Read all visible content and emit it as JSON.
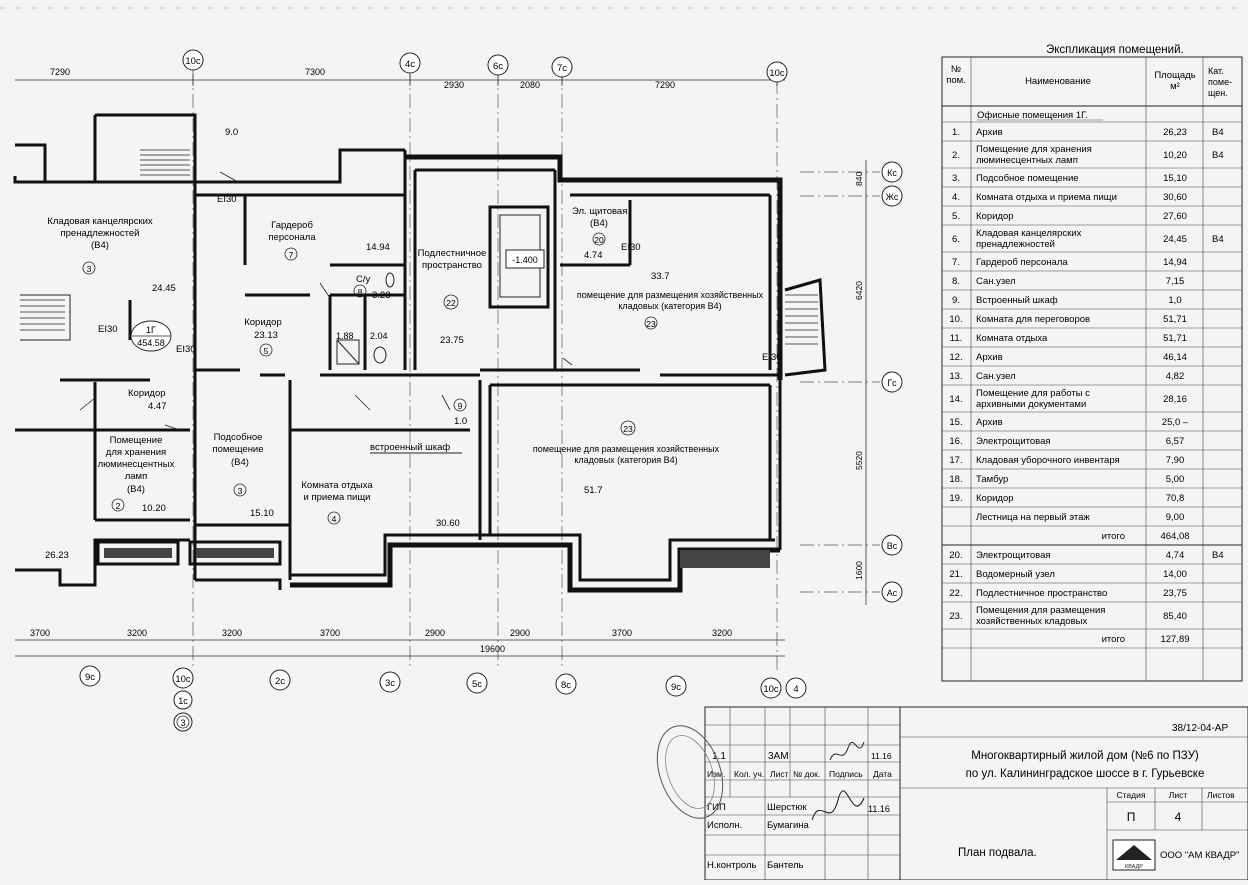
{
  "axes_top": [
    "10с",
    "4с",
    "6с",
    "7с",
    "10с"
  ],
  "axes_bottom": [
    "9с",
    "10с",
    "2с",
    "3с",
    "5с",
    "8с",
    "9с",
    "10с"
  ],
  "axes_bottom_extra": [
    "1с",
    "3",
    "4"
  ],
  "axes_right": [
    "Кс",
    "Жс",
    "Гс",
    "Вс",
    "Ас"
  ],
  "dims_top": [
    "7290",
    "7300",
    "2930",
    "2080",
    "7290"
  ],
  "dims_bottom": [
    "3700",
    "3200",
    "3200",
    "3700",
    "2900",
    "2900",
    "3700",
    "3200"
  ],
  "dim_total_bottom": "19600",
  "dims_right": [
    "840",
    "6420",
    "5520",
    "1600"
  ],
  "rooms": [
    {
      "name": "Кладовая канцелярских пренадлежностей",
      "cat": "(В4)",
      "num": "3",
      "area": "24.45"
    },
    {
      "name": "Гардероб персонала",
      "num": "7",
      "area": "14.94"
    },
    {
      "name": "Подлестничное пространство",
      "num": "22",
      "area": "23.75"
    },
    {
      "name": "Эл. щитовая",
      "cat": "(В4)",
      "num": "20",
      "area": "4.74"
    },
    {
      "name": "помещение для размещения хозяйственных кладовых (категория В4)",
      "num": "23",
      "area": "33.7"
    },
    {
      "name": "С/у",
      "num": "8",
      "area": "3.23"
    },
    {
      "name": "Коридор",
      "num": "5",
      "area": "23.13"
    },
    {
      "name": "Коридор",
      "area": "4.47"
    },
    {
      "name": "Помещение для хранения люминесцентных ламп",
      "cat": "(В4)",
      "num": "2",
      "area": "10.20"
    },
    {
      "name": "Подсобное помещение",
      "cat": "(В4)",
      "num": "3",
      "area": "15.10"
    },
    {
      "name": "Комната отдыха и приема пищи",
      "num": "4",
      "area": "30.60"
    },
    {
      "name": "встроенный шкаф",
      "num": "9",
      "area": "1.0"
    },
    {
      "name": "помещение для размещения хозяйственных кладовых (категория В4)",
      "num": "23",
      "area": "51.7"
    }
  ],
  "misc_labels": {
    "area_9": "9.0",
    "area_26": "26.23",
    "area_188": "1.88",
    "area_204": "2.04",
    "level": "-1.400",
    "ei": "EI30",
    "fire_1g": "1Г",
    "fire_area": "454.58"
  },
  "expl": {
    "title": "Экспликация помещений.",
    "headers": [
      "№ пом.",
      "Наименование",
      "Площадь м²",
      "Кат. поме-щен."
    ],
    "section": "Офисные помещения 1Г.",
    "rows": [
      [
        "1.",
        "Архив",
        "26,23",
        "В4"
      ],
      [
        "2.",
        "Помещение для хранения люминесцентных ламп",
        "10,20",
        "В4"
      ],
      [
        "3.",
        "Подсобное помещение",
        "15,10",
        ""
      ],
      [
        "4.",
        "Комната отдыха и приема пищи",
        "30,60",
        ""
      ],
      [
        "5.",
        "Коридор",
        "27,60",
        ""
      ],
      [
        "6.",
        "Кладовая канцелярских пренадлежностей",
        "24,45",
        "В4"
      ],
      [
        "7.",
        "Гардероб персонала",
        "14,94",
        ""
      ],
      [
        "8.",
        "Сан.узел",
        "7,15",
        ""
      ],
      [
        "9.",
        "Встроенный шкаф",
        "1,0",
        ""
      ],
      [
        "10.",
        "Комната для переговоров",
        "51,71",
        ""
      ],
      [
        "11.",
        "Комната отдыха",
        "51,71",
        ""
      ],
      [
        "12.",
        "Архив",
        "46,14",
        ""
      ],
      [
        "13.",
        "Сан.узел",
        "4,82",
        ""
      ],
      [
        "14.",
        "Помещение для работы с архивными документами",
        "28,16",
        ""
      ],
      [
        "15.",
        "Архив",
        "25,0 –",
        ""
      ],
      [
        "16.",
        "Электрощитовая",
        "6,57",
        ""
      ],
      [
        "17.",
        "Кладовая уборочного инвентаря",
        "7,90",
        ""
      ],
      [
        "18.",
        "Тамбур",
        "5,00",
        ""
      ],
      [
        "19.",
        "Коридор",
        "70,8",
        ""
      ],
      [
        "",
        "Лестница на первый этаж",
        "9,00",
        ""
      ],
      [
        "",
        "итого",
        "464,08",
        ""
      ],
      [
        "20.",
        "Электрощитовая",
        "4,74",
        "В4"
      ],
      [
        "21.",
        "Водомерный узел",
        "14,00",
        ""
      ],
      [
        "22.",
        "Подлестничное пространство",
        "23,75",
        ""
      ],
      [
        "23.",
        "Помещения для размещения хозяйственных кладовых",
        "85,40",
        ""
      ],
      [
        "",
        "итого",
        "127,89",
        ""
      ]
    ]
  },
  "stamp": {
    "code": "38/12-04-АР",
    "title1": "Многоквартирный жилой дом (№6 по ПЗУ)",
    "title2": "по ул. Калининградское шоссе в г. Гурьевске",
    "change_row": [
      "1.1",
      "3АМ",
      "11.16"
    ],
    "col_headers": [
      "Изм.",
      "Кол. уч.",
      "Лист",
      "№ док.",
      "Подпись",
      "Дата"
    ],
    "roles": [
      "ГИП",
      "Исполн.",
      "Н.контроль"
    ],
    "names": [
      "Шерстюк",
      "Бумагина",
      "Бантель"
    ],
    "sign_date": "11.16",
    "stage_h": "Стадия",
    "sheet_h": "Лист",
    "sheets_h": "Листов",
    "stage": "П",
    "sheet": "4",
    "sheet_title": "План подвала.",
    "org": "ООО \"АМ КВАДР\"",
    "logo": "КВАДР"
  }
}
